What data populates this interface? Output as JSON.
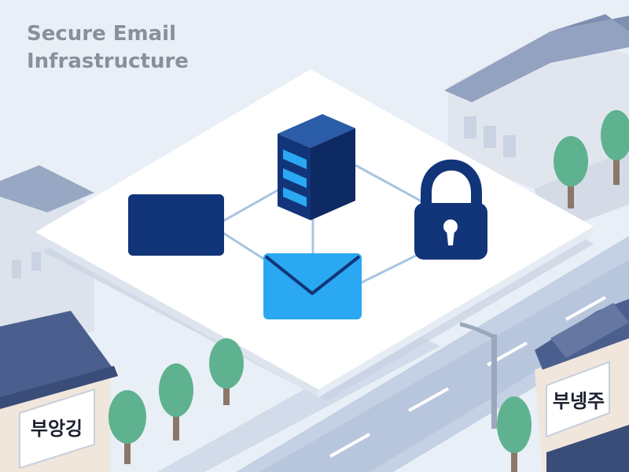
{
  "header": {
    "title_line_1": "Secure Email",
    "title_line_2": "Infrastructure"
  },
  "signs": {
    "left_storefront": "부앙깅",
    "right_storefront": "부넹주"
  },
  "palette": {
    "sky": "#e9eff6",
    "platform": "#ffffff",
    "navy": "#12357a",
    "bright_blue": "#2aa8f2",
    "connector_line": "#a8c4e2",
    "building_wall": "#dfe5ee",
    "roof": "#8f9fbf",
    "tree": "#5fb28f",
    "road": "#bccbe0",
    "headline_gray": "#8a9099"
  },
  "diagram": {
    "nodes": [
      {
        "id": "server",
        "icon": "server-rack-icon"
      },
      {
        "id": "terminal",
        "icon": "monitor-block-icon"
      },
      {
        "id": "lock",
        "icon": "padlock-icon"
      },
      {
        "id": "envelope",
        "icon": "envelope-icon"
      }
    ],
    "links": [
      {
        "from": "terminal",
        "to": "server"
      },
      {
        "from": "server",
        "to": "lock"
      },
      {
        "from": "server",
        "to": "envelope"
      },
      {
        "from": "terminal",
        "to": "envelope"
      },
      {
        "from": "envelope",
        "to": "lock"
      }
    ]
  }
}
